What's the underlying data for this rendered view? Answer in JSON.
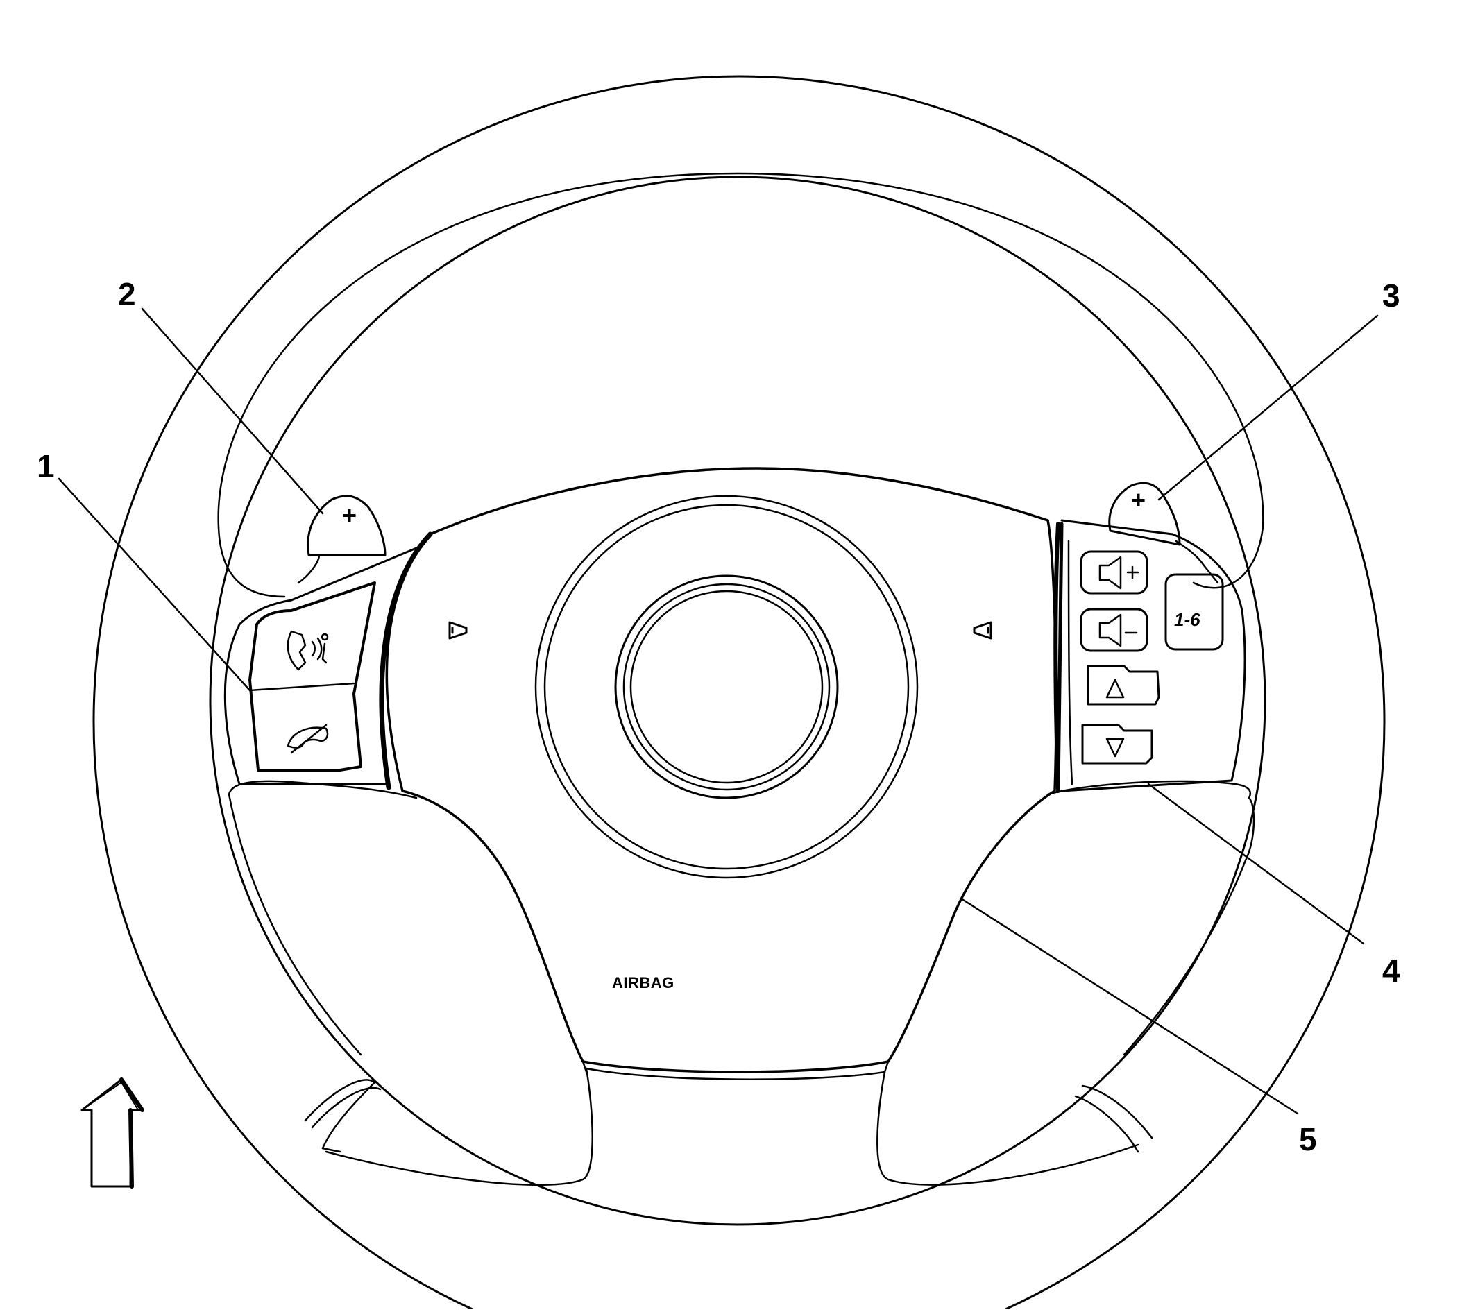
{
  "diagram": {
    "callouts": [
      {
        "id": "1",
        "label": "1"
      },
      {
        "id": "2",
        "label": "2"
      },
      {
        "id": "3",
        "label": "3"
      },
      {
        "id": "4",
        "label": "4"
      },
      {
        "id": "5",
        "label": "5"
      }
    ],
    "airbag_label": "AIRBAG",
    "preset_button_label": "1-6",
    "paddle_left_label": "+",
    "paddle_right_label": "+",
    "icons": {
      "left_controls": [
        "phone-voice-icon",
        "phone-hangup-icon"
      ],
      "right_controls": [
        "volume-up-icon",
        "volume-down-icon",
        "seek-up-icon",
        "seek-down-icon"
      ],
      "horn_icons": [
        "horn-icon",
        "horn-icon"
      ],
      "direction_arrow": "up-arrow-icon"
    }
  }
}
